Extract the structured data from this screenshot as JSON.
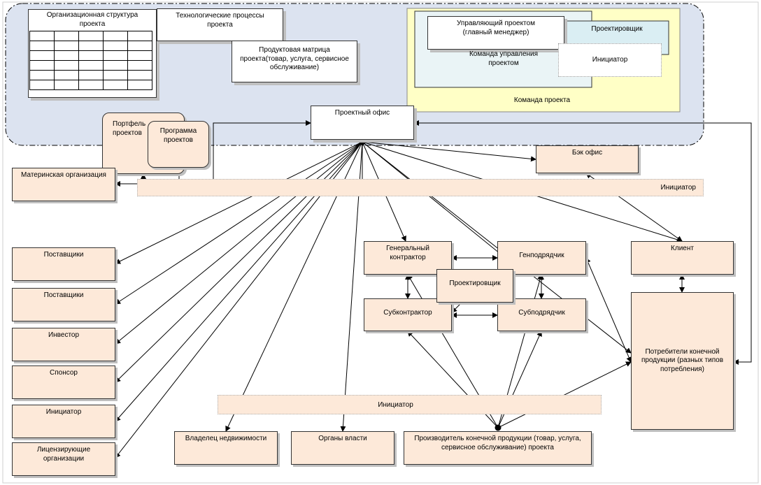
{
  "colors": {
    "project_area": "#dce3f0",
    "team_area": "#ffffc6",
    "box_tan": "#fde9d9",
    "team_inner": "#eaf4f6",
    "line": "#000000"
  },
  "labels": {
    "org_structure": "Организационная структура\nпроекта",
    "tech_processes": "Технологические процессы\nпроекта",
    "product_matrix": "Продуктовая матрица\nпроекта(товар, услуга, сервисное\nобслуживание)",
    "project_manager": "Управляющий проектом\n(главный менеджер)",
    "designer_top": "Проектировщик",
    "management_team": "Команда управления\nпроектом",
    "initiator_top": "Инициатор",
    "project_team": "Команда проекта",
    "project_office": "Проектный офис",
    "portfolio": "Портфель\nпроектов",
    "program": "Программа\nпроектов",
    "parent_org": "Материнская организация",
    "back_office": "Бэк офис",
    "initiator_band_top": "Инициатор",
    "suppliers_1": "Поставщики",
    "suppliers_2": "Поставщики",
    "investor": "Инвестор",
    "sponsor": "Спонсор",
    "initiator_left": "Инициатор",
    "licensing": "Лицензирующие\nорганизации",
    "general_contractor": "Генеральный\nконтрактор",
    "gen_subcontractor": "Генподрядчик",
    "designer_mid": "Проектировщик",
    "subcontractor": "Субконтрактор",
    "sub_subcontractor": "Субподрядчик",
    "client": "Клиент",
    "end_consumers": "Потребители конечной\nпродукции (разных типов\nпотребления)",
    "initiator_band_bottom": "Инициатор",
    "property_owner": "Владелец недвижимости",
    "authorities": "Органы власти",
    "producer": "Производитель конечной продукции (товар, услуга,\nсервисное обслуживание) проекта"
  }
}
